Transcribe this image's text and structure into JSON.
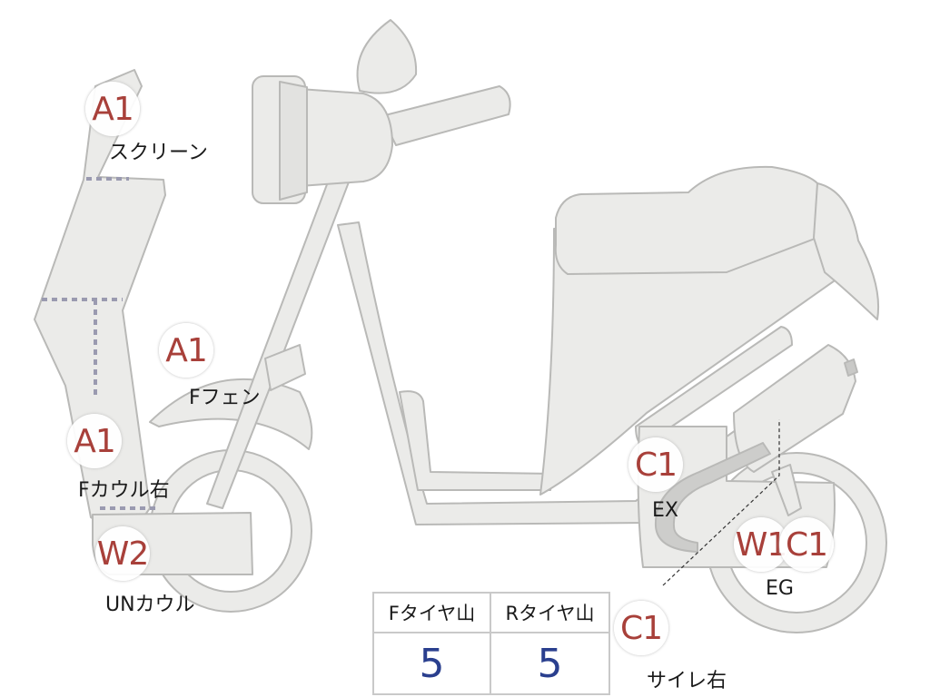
{
  "colors": {
    "part_fill": "#ebebe9",
    "part_stroke": "#b9b9b7",
    "badge_text": "#a8403a",
    "value_text": "#2a3f8e",
    "divider": "#9a9ab0"
  },
  "markers": [
    {
      "id": "screen",
      "code": "A1",
      "label": "スクリーン"
    },
    {
      "id": "f-fender",
      "code": "A1",
      "label": "Fフェン"
    },
    {
      "id": "f-cowl-r",
      "code": "A1",
      "label": "Fカウル右"
    },
    {
      "id": "un-cowl",
      "code": "W2",
      "label": "UNカウル"
    },
    {
      "id": "ex",
      "code": "C1",
      "label": "EX"
    },
    {
      "id": "eg-w1",
      "code": "W1",
      "label": ""
    },
    {
      "id": "eg-c1",
      "code": "C1",
      "label": "EG"
    },
    {
      "id": "muffler-r",
      "code": "C1",
      "label": "サイレ右"
    }
  ],
  "tire_table": {
    "headers": [
      "Fタイヤ山",
      "Rタイヤ山"
    ],
    "values": [
      "5",
      "5"
    ]
  }
}
